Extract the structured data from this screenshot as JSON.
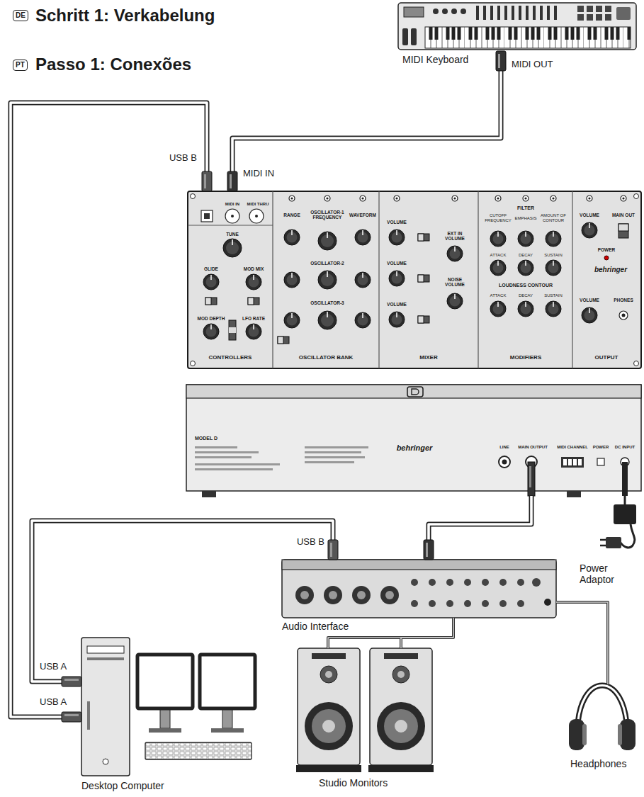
{
  "diagram": {
    "title": "Schritt 1: Verkabelung",
    "nodes": [
      {
        "text": [
          "MIDI Keyboard"
        ]
      },
      {
        "text": [
          "CONTROLLERS",
          "OSCILLATOR BANK",
          "MIXER",
          "MODIFIERS",
          "OUTPUT"
        ]
      },
      {
        "text": [
          "MODEL D"
        ]
      },
      {
        "text": [
          "Power Adaptor"
        ]
      },
      {
        "text": [
          "Audio Interface"
        ]
      },
      {
        "text": [
          "Desktop Computer"
        ]
      },
      {
        "text": [
          "Studio Monitors"
        ]
      },
      {
        "text": [
          "Headphones"
        ]
      }
    ],
    "edges": [
      {
        "from": 0,
        "to": 1,
        "arrow": "none"
      },
      {
        "from": 5,
        "to": 1,
        "arrow": "none"
      },
      {
        "from": 5,
        "to": 4,
        "arrow": "none"
      },
      {
        "from": 2,
        "to": 4,
        "arrow": "none"
      },
      {
        "from": 3,
        "to": 2,
        "arrow": "none"
      },
      {
        "from": 4,
        "to": 6,
        "arrow": "none"
      },
      {
        "from": 4,
        "to": 7,
        "arrow": "none"
      }
    ],
    "labels": [
      "DE",
      "PT",
      "Passo 1: Conexões",
      "MIDI OUT",
      "USB B",
      "MIDI IN",
      "USB B",
      "USB A",
      "USB A",
      "MIDI IN",
      "MIDI THRU",
      "TUNE",
      "GLIDE",
      "MOD MIX",
      "MOD DEPTH",
      "LFO RATE",
      "RANGE",
      "OSCILLATOR-1 FREQUENCY",
      "WAVEFORM",
      "OSCILLATOR-2",
      "OSCILLATOR-3",
      "VOLUME",
      "VOLUME",
      "VOLUME",
      "EXT IN VOLUME",
      "NOISE VOLUME",
      "FILTER",
      "CUTOFF FREQUENCY",
      "EMPHASIS",
      "AMOUNT OF CONTOUR",
      "ATTACK",
      "DECAY",
      "SUSTAIN",
      "LOUDNESS CONTOUR",
      "ATTACK",
      "DECAY",
      "SUSTAIN",
      "VOLUME",
      "MAIN OUT",
      "POWER",
      "behringer",
      "VOLUME",
      "PHONES",
      "LINE",
      "MAIN OUTPUT",
      "MIDI CHANNEL",
      "POWER",
      "DC INPUT",
      "behringer"
    ]
  }
}
